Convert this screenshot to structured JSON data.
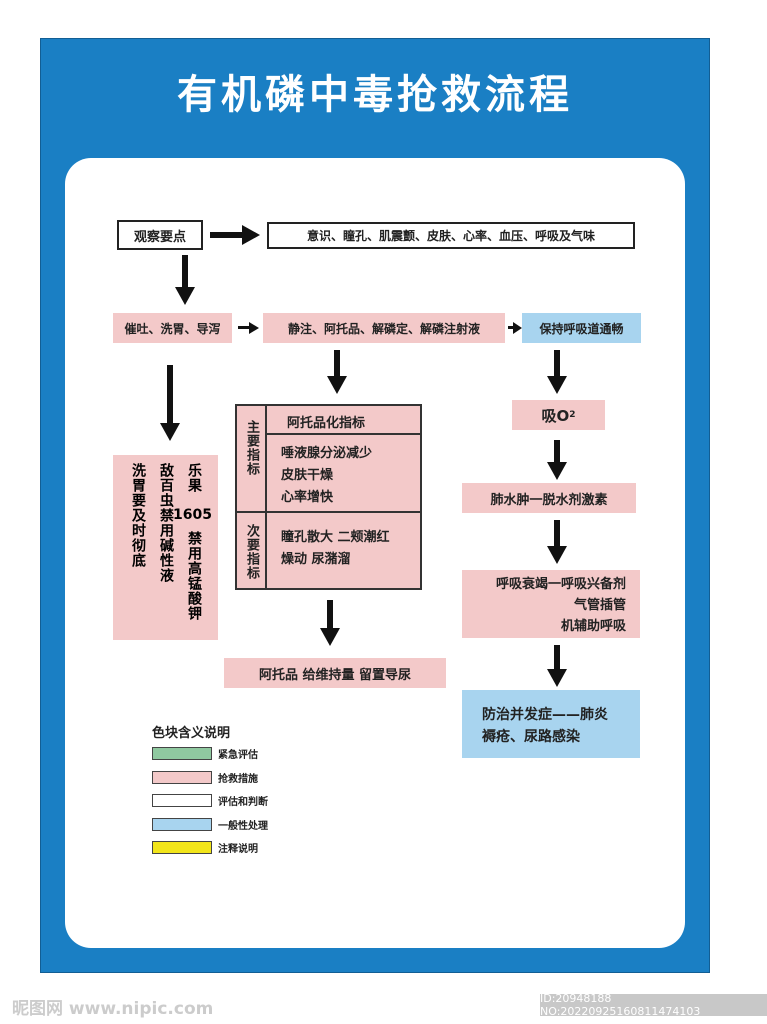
{
  "title": "有机磷中毒抢救流程",
  "flow": {
    "observe": "观察要点",
    "observe_items": "意识、瞳孔、肌震颤、皮肤、心率、血压、呼吸及气味",
    "emesis": "催吐、洗胃、导泻",
    "injection": "静注、阿托品、解磷定、解磷注射液",
    "airway": "保持呼吸道通畅",
    "gastric_col1": "洗胃要及时彻底",
    "gastric_col2": "敌百虫禁用碱性液",
    "gastric_col3a": "乐果",
    "gastric_col3b": "1605",
    "gastric_col3c": "禁用高锰酸钾",
    "table": {
      "main_label": "主要指标",
      "header": "阿托品化指标",
      "main_items": [
        "唾液腺分泌减少",
        "皮肤干燥",
        "心率增快"
      ],
      "minor_label": "次要指标",
      "minor_items": [
        "瞳孔散大 二颊潮红",
        "燥动 尿潴溜"
      ]
    },
    "maintain": "阿托品 给维持量 留置导尿",
    "oxygen": "吸O",
    "oxygen_sub": "2",
    "edema": "肺水肿一脱水剂激素",
    "resp_fail": [
      "呼吸衰竭一呼吸兴备剂",
      "气管插管",
      "机辅助呼吸"
    ],
    "prevent": [
      "防治并发症——肺炎",
      "褥疮、尿路感染"
    ]
  },
  "legend": {
    "title": "色块含义说明",
    "items": [
      {
        "label": "紧急评估",
        "color": "#8fc9a0"
      },
      {
        "label": "抢救措施",
        "color": "#f3c9c9"
      },
      {
        "label": "评估和判断",
        "color": "#ffffff"
      },
      {
        "label": "一般性处理",
        "color": "#a8d4ef"
      },
      {
        "label": "注释说明",
        "color": "#f2e51a"
      }
    ]
  },
  "footer": {
    "watermark": "昵图网 www.nipic.com",
    "id": "ID:20948188 NO:20220925160811474103"
  }
}
